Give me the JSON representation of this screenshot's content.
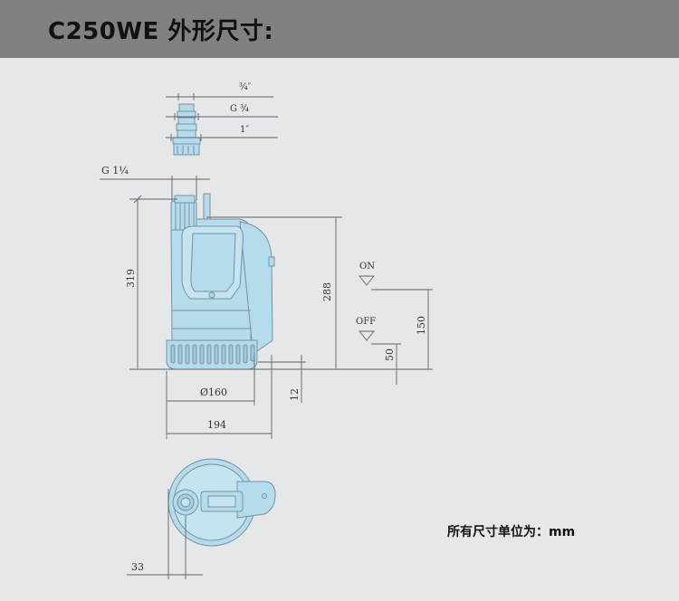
{
  "header": {
    "title": "C250WE 外形尺寸:"
  },
  "dimensions": {
    "hose_three_quarter": "¾″",
    "thread_g_three_quarter": "G ¾",
    "hose_one_inch": "1″",
    "outlet_thread": "G 1¼",
    "height_total": "319",
    "height_switch": "288",
    "float_on_label": "ON",
    "float_off_label": "OFF",
    "level_on": "150",
    "level_off": "50",
    "base_clearance": "12",
    "diameter": "Ø160",
    "width": "194",
    "outlet_offset": "33"
  },
  "footer": {
    "units_note": "所有尺寸单位为：mm"
  },
  "colors": {
    "header_bg": "#7f8284",
    "page_bg": "#e6e7e9",
    "pump_fill": "#b4dced",
    "pump_stroke": "#7a8fa0"
  }
}
